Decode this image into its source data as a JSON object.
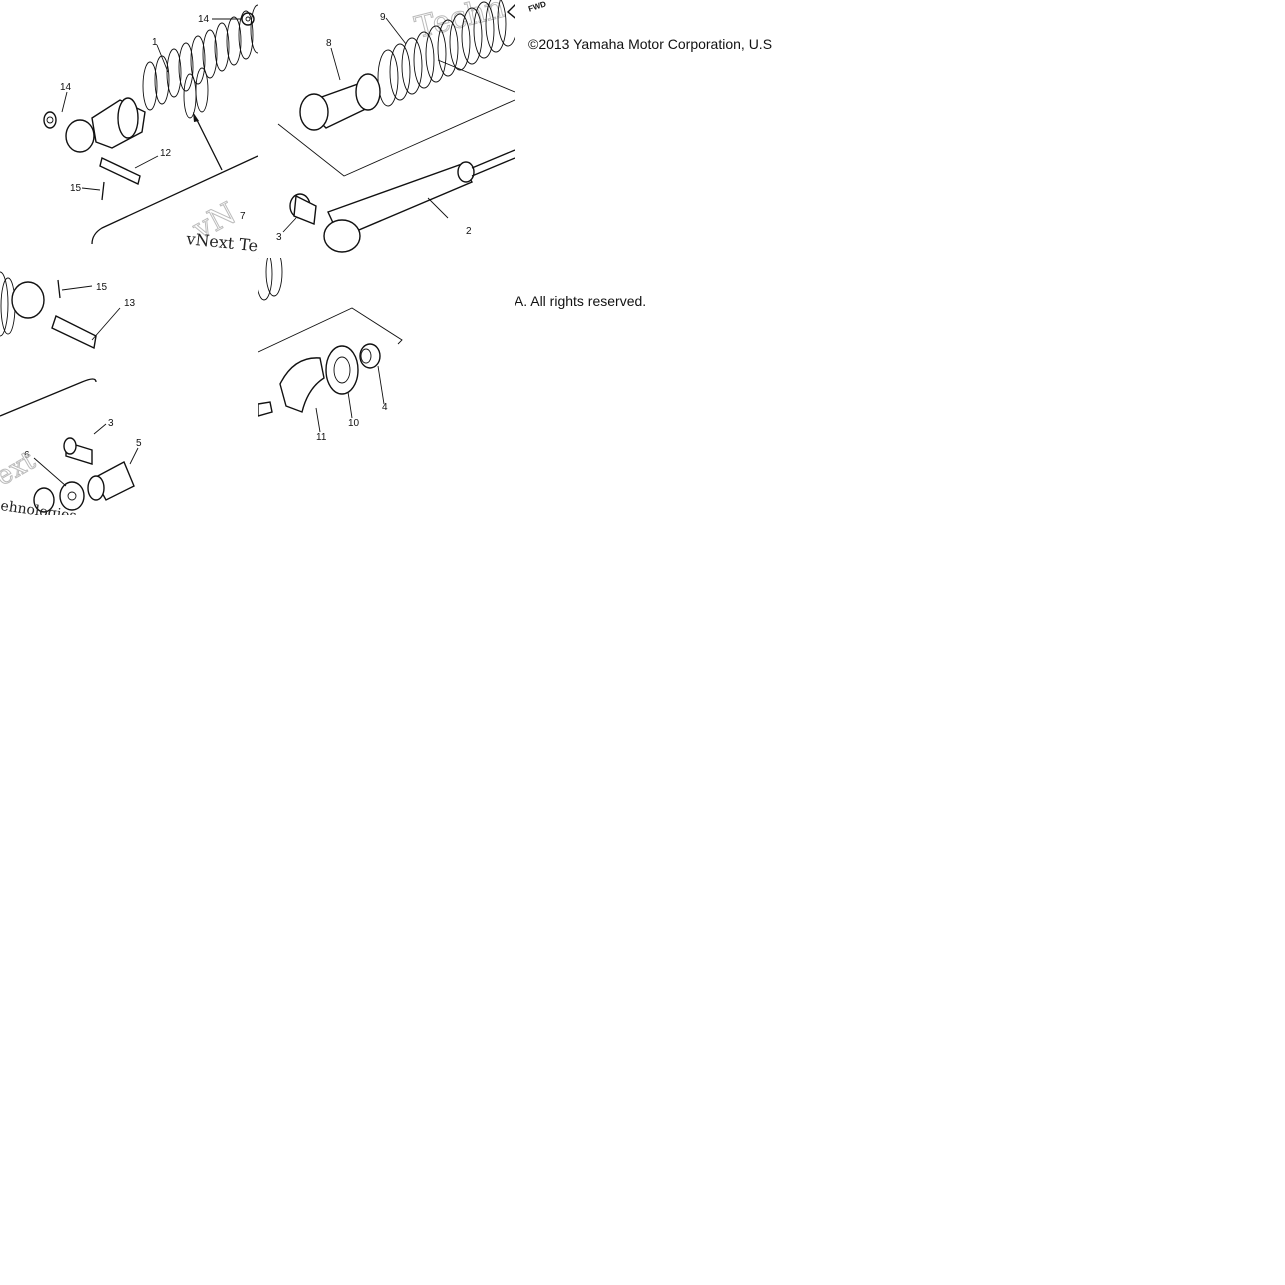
{
  "copyright": {
    "line1": "©2013 Yamaha Motor Corporation, U.S",
    "line2": ".A. All rights reserved."
  },
  "fwd_tag": "FWD",
  "watermarks": {
    "tl_left": "vNext Tec",
    "tl_right": "Techn",
    "bl": "ext",
    "bl_bottom": "ehnologies"
  },
  "callouts": {
    "tile_top_left": [
      "14",
      "1",
      "14",
      "12",
      "15",
      "7"
    ],
    "tile_top_right": [
      "9",
      "8",
      "3",
      "2"
    ],
    "tile_bottom_left": [
      "15",
      "13",
      "3",
      "5",
      "6"
    ],
    "tile_bottom_right": [
      "4",
      "10",
      "11"
    ]
  }
}
